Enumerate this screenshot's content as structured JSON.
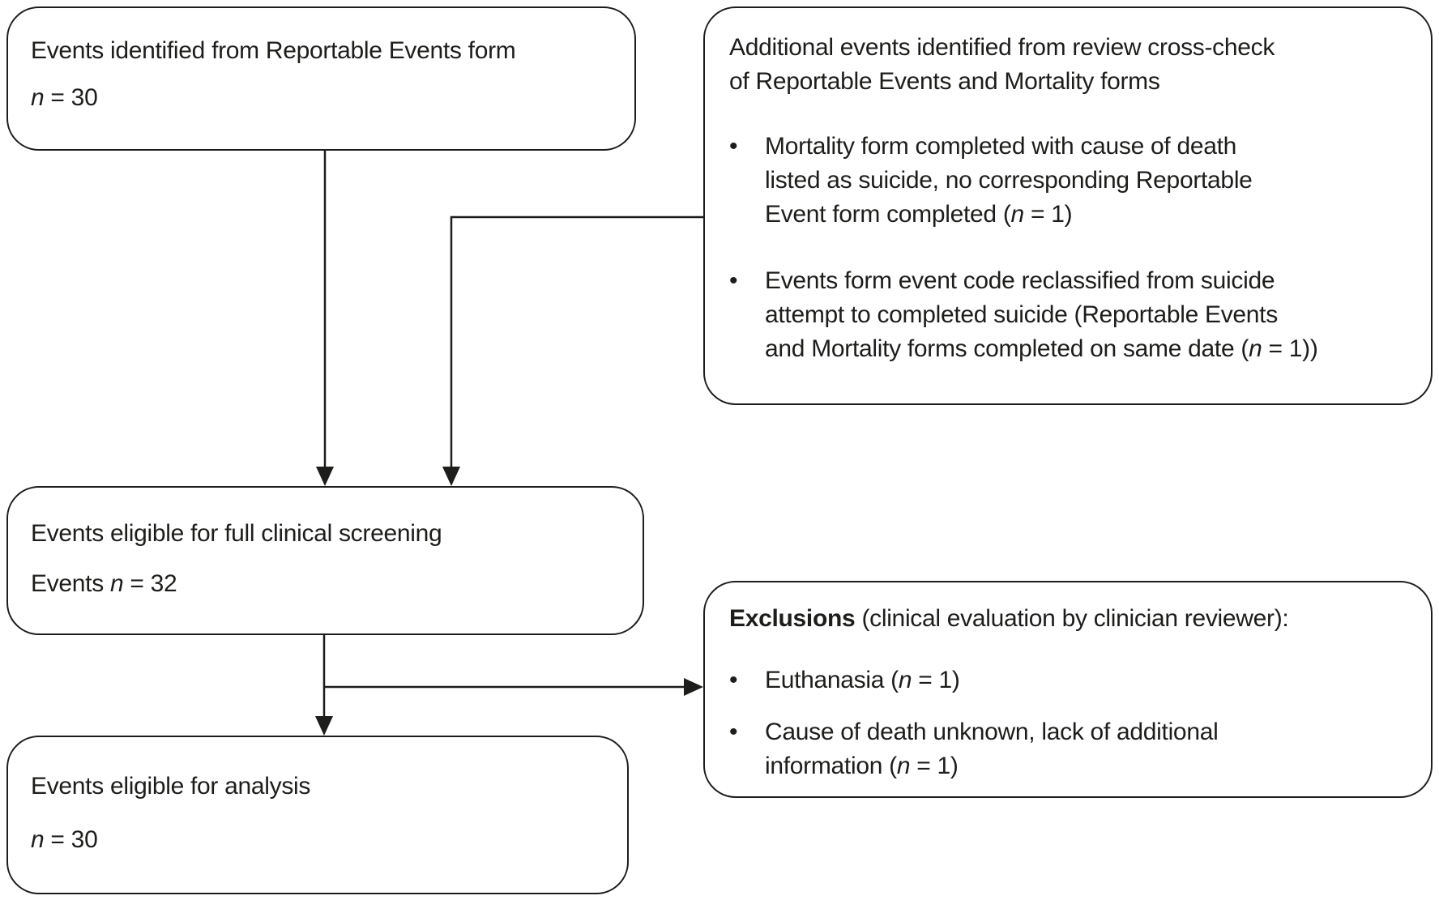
{
  "diagram": {
    "bullet_char": "•",
    "colors": {
      "ink": "#1d1d1b",
      "background": "#ffffff"
    },
    "boxes": {
      "identified": {
        "lines": [
          [
            {
              "t": "Events identified from Reportable Events form"
            }
          ],
          [
            {
              "t": "n",
              "s": "i"
            },
            {
              "t": " = 30"
            }
          ]
        ]
      },
      "additional": {
        "title_lines": [
          [
            {
              "t": "Additional events identified from review cross-check"
            }
          ],
          [
            {
              "t": "of Reportable Events and Mortality forms"
            }
          ]
        ],
        "bullets": [
          {
            "lines": [
              [
                {
                  "t": "Mortality form completed with cause of death"
                }
              ],
              [
                {
                  "t": "listed as suicide, no corresponding Reportable"
                }
              ],
              [
                {
                  "t": "Event form completed ("
                },
                {
                  "t": "n",
                  "s": "i"
                },
                {
                  "t": " = 1)"
                }
              ]
            ]
          },
          {
            "lines": [
              [
                {
                  "t": "Events form event code reclassified from suicide"
                }
              ],
              [
                {
                  "t": "attempt to completed suicide (Reportable Events"
                }
              ],
              [
                {
                  "t": "and Mortality forms completed on same date ("
                },
                {
                  "t": "n",
                  "s": "i"
                },
                {
                  "t": " = 1))"
                }
              ]
            ]
          }
        ]
      },
      "screening": {
        "lines": [
          [
            {
              "t": "Events eligible for full clinical screening"
            }
          ],
          [
            {
              "t": "Events "
            },
            {
              "t": "n",
              "s": "i"
            },
            {
              "t": " = 32"
            }
          ]
        ]
      },
      "exclusions": {
        "title_line": [
          {
            "t": "Exclusions",
            "s": "b"
          },
          {
            "t": " (clinical evaluation by clinician reviewer):"
          }
        ],
        "bullets": [
          {
            "lines": [
              [
                {
                  "t": "Euthanasia ("
                },
                {
                  "t": "n",
                  "s": "i"
                },
                {
                  "t": " = 1)"
                }
              ]
            ]
          },
          {
            "lines": [
              [
                {
                  "t": "Cause of death unknown, lack of additional"
                }
              ],
              [
                {
                  "t": "information ("
                },
                {
                  "t": "n",
                  "s": "i"
                },
                {
                  "t": " = 1)"
                }
              ]
            ]
          }
        ]
      },
      "analysis": {
        "lines": [
          [
            {
              "t": "Events eligible for analysis"
            }
          ],
          [
            {
              "t": "n",
              "s": "i"
            },
            {
              "t": " = 30"
            }
          ]
        ]
      }
    }
  }
}
